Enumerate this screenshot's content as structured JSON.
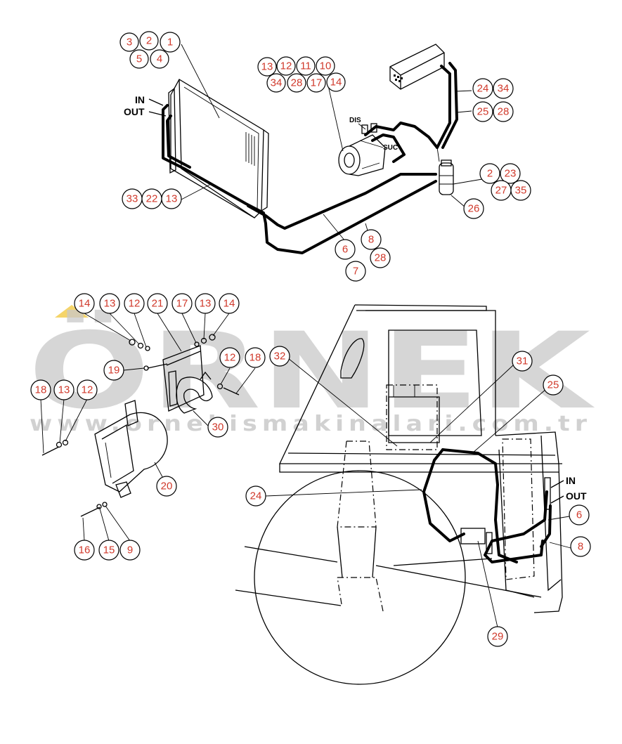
{
  "watermark": {
    "brand": "ÖRNEK",
    "url": "www.ornekismakinalari.com.tr",
    "accent_color": "#f5d469"
  },
  "labels": {
    "in_top": "IN",
    "out_top": "OUT",
    "dis": "DIS",
    "suc": "SUC",
    "in_bottom": "IN",
    "out_bottom": "OUT"
  },
  "callouts": {
    "c1": "1",
    "c2": "2",
    "c3": "3",
    "c4": "4",
    "c5": "5",
    "c13a": "13",
    "c12a": "12",
    "c11": "11",
    "c10": "10",
    "c34a": "34",
    "c28a": "28",
    "c17a": "17",
    "c14a": "14",
    "c24a": "24",
    "c34b": "34",
    "c25a": "25",
    "c28b": "28",
    "c2b": "2",
    "c23": "23",
    "c27": "27",
    "c35": "35",
    "c26": "26",
    "c33": "33",
    "c22": "22",
    "c13b": "13",
    "c6a": "6",
    "c8a": "8",
    "c7": "7",
    "c28c": "28",
    "c14b": "14",
    "c13c": "13",
    "c12b": "12",
    "c21": "21",
    "c17b": "17",
    "c13d": "13",
    "c14c": "14",
    "c19": "19",
    "c12c": "12",
    "c18a": "18",
    "c30": "30",
    "c18b": "18",
    "c13e": "13",
    "c12d": "12",
    "c20": "20",
    "c16": "16",
    "c15": "15",
    "c9": "9",
    "c32": "32",
    "c31": "31",
    "c25b": "25",
    "c24b": "24",
    "c6b": "6",
    "c8b": "8",
    "c29": "29"
  }
}
